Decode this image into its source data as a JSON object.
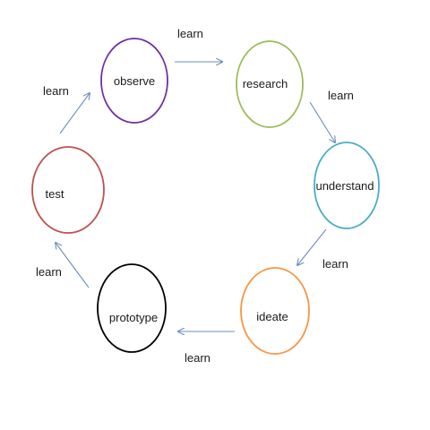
{
  "diagram": {
    "nodes": [
      {
        "id": "observe",
        "label": "observe",
        "color": "#7030a0"
      },
      {
        "id": "research",
        "label": "research",
        "color": "#9bbb59"
      },
      {
        "id": "understand",
        "label": "understand",
        "color": "#4bacc6"
      },
      {
        "id": "ideate",
        "label": "ideate",
        "color": "#f79646"
      },
      {
        "id": "prototype",
        "label": "prototype",
        "color": "#000000"
      },
      {
        "id": "test",
        "label": "test",
        "color": "#c0504d"
      }
    ],
    "edges": [
      {
        "from": "observe",
        "to": "research",
        "label": "learn"
      },
      {
        "from": "research",
        "to": "understand",
        "label": "learn"
      },
      {
        "from": "understand",
        "to": "ideate",
        "label": "learn"
      },
      {
        "from": "ideate",
        "to": "prototype",
        "label": "learn"
      },
      {
        "from": "prototype",
        "to": "test",
        "label": "learn"
      },
      {
        "from": "test",
        "to": "observe",
        "label": "learn"
      }
    ],
    "arrow_color": "#6b8fbf"
  }
}
